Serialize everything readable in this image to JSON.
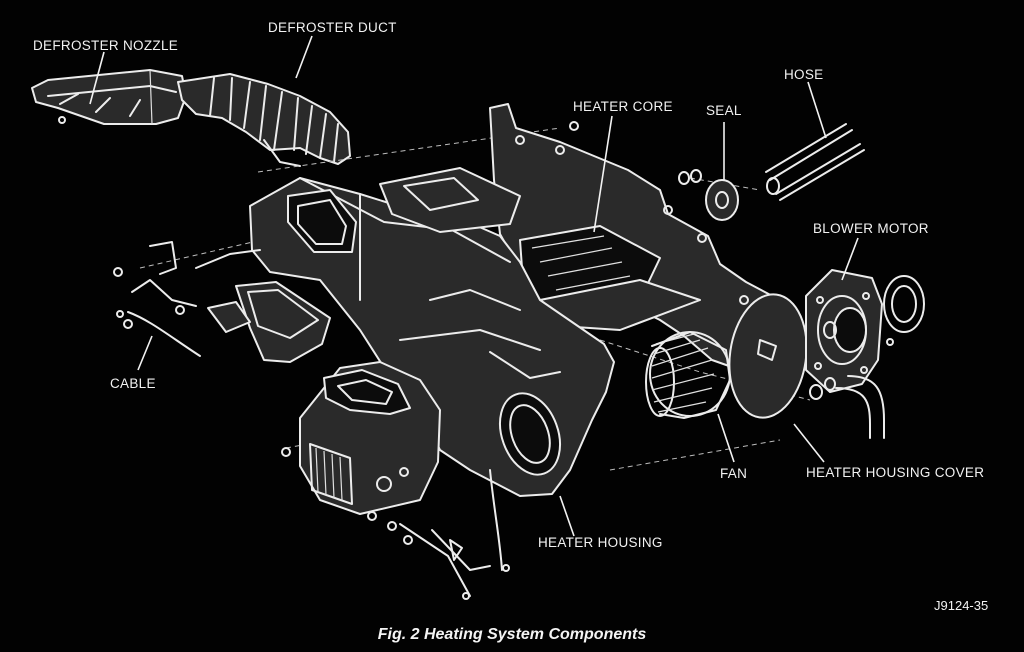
{
  "figure": {
    "caption": "Fig. 2 Heating System Components",
    "code": "J9124-35"
  },
  "labels": {
    "defroster_nozzle": "DEFROSTER NOZZLE",
    "defroster_duct": "DEFROSTER DUCT",
    "hose": "HOSE",
    "heater_core": "HEATER CORE",
    "seal": "SEAL",
    "blower_motor": "BLOWER MOTOR",
    "cable": "CABLE",
    "fan": "FAN",
    "heater_housing_cover": "HEATER HOUSING COVER",
    "heater_housing": "HEATER HOUSING"
  },
  "colors": {
    "background": "#020202",
    "line": "#ececec"
  }
}
